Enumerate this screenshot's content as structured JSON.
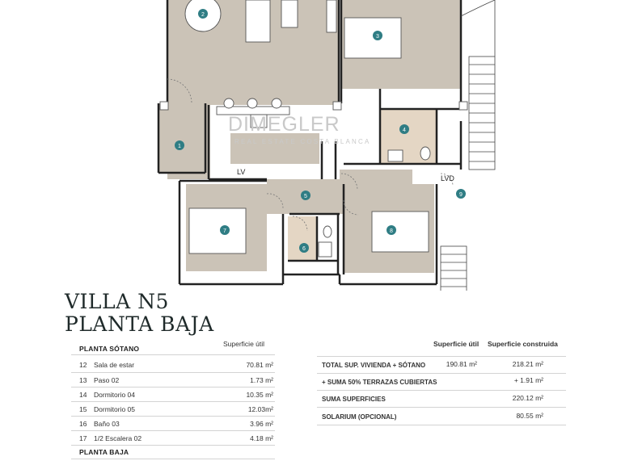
{
  "plan": {
    "watermark_name": "DIMEGLER",
    "watermark_sub": "REAL ESTATE COSTA BLANCA",
    "labels": {
      "lv": "LV",
      "lvd": "LVD"
    },
    "room_markers": [
      "1",
      "2",
      "3",
      "4",
      "5",
      "6",
      "7",
      "8",
      "9"
    ],
    "colors": {
      "floor": "#cbc3b7",
      "wall": "#222222",
      "marker": "#2f7d84",
      "wet": "#e4d6c4"
    }
  },
  "title": {
    "line1": "VILLA N5",
    "line2": "PLANTA BAJA"
  },
  "left_table": {
    "section_header": "PLANTA SÓTANO",
    "col_header": "Superficie útil",
    "rows": [
      {
        "num": "12",
        "name": "Sala de estar",
        "value": "70.81 m²"
      },
      {
        "num": "13",
        "name": "Paso 02",
        "value": "1.73 m²"
      },
      {
        "num": "14",
        "name": "Dormitorio 04",
        "value": "10.35 m²"
      },
      {
        "num": "15",
        "name": "Dormitorio 05",
        "value": "12.03m²"
      },
      {
        "num": "16",
        "name": "Baño 03",
        "value": "3.96 m²"
      },
      {
        "num": "17",
        "name": "1/2 Escalera 02",
        "value": "4.18 m²"
      }
    ],
    "next_header": "PLANTA BAJA"
  },
  "right_table": {
    "col_util": "Superficie útil",
    "col_construida": "Superficie construida",
    "rows": [
      {
        "name": "TOTAL SUP. VIVIENDA + SÓTANO",
        "util": "190.81 m²",
        "construida": "218.21 m²"
      },
      {
        "name": "+ SUMA 50% TERRAZAS CUBIERTAS",
        "util": "",
        "construida": "+ 1.91 m²"
      },
      {
        "name": "SUMA SUPERFICIES",
        "util": "",
        "construida": "220.12 m²"
      },
      {
        "name": "SOLARIUM (OPCIONAL)",
        "util": "",
        "construida": "80.55 m²"
      }
    ]
  }
}
